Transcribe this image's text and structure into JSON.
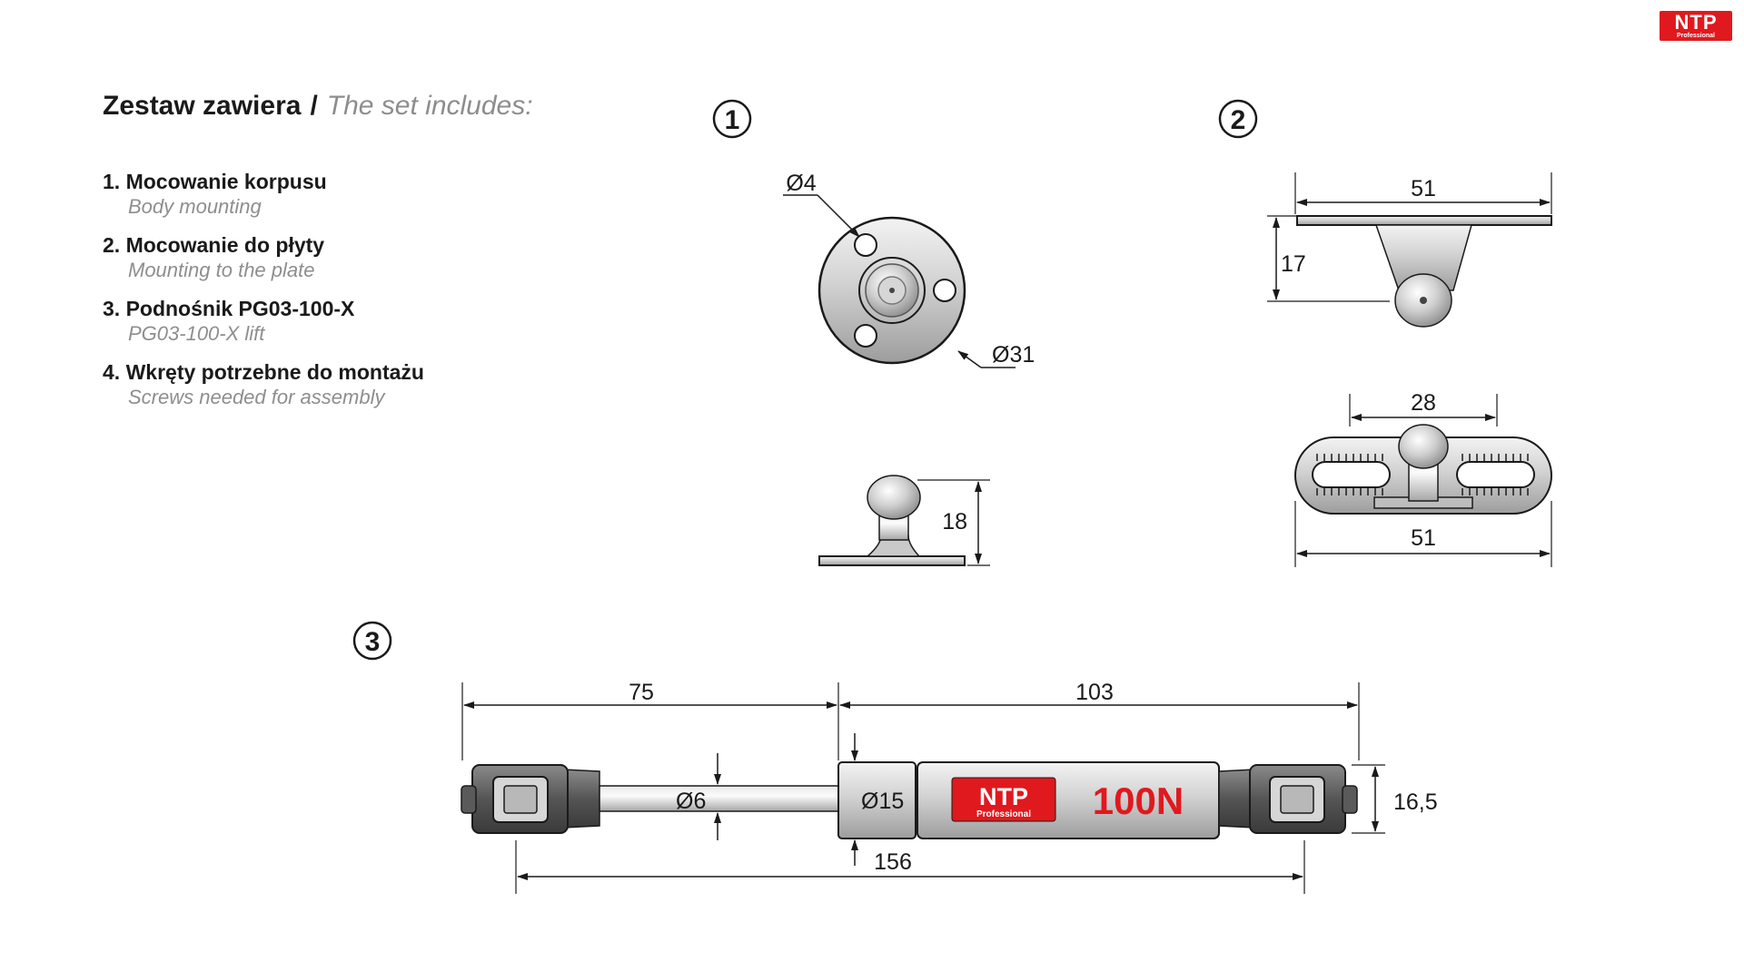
{
  "brand": {
    "name": "NTP",
    "tagline": "Professional",
    "color": "#e0191e"
  },
  "heading": {
    "pl": "Zestaw zawiera",
    "separator": "/",
    "en": "The set includes:"
  },
  "items": [
    {
      "pl": "1. Mocowanie korpusu",
      "en": "Body mounting"
    },
    {
      "pl": "2. Mocowanie do płyty",
      "en": "Mounting to the plate"
    },
    {
      "pl": "3. Podnośnik PG03-100-X",
      "en": "PG03-100-X lift"
    },
    {
      "pl": "4. Wkręty potrzebne do montażu",
      "en": "Screws needed for assembly"
    }
  ],
  "part1": {
    "number": "1",
    "hole_dim": "Ø4",
    "plate_dim": "Ø31",
    "height_dim": "18"
  },
  "part2": {
    "number": "2",
    "top_width": "51",
    "height": "17",
    "slot_spacing": "28",
    "bottom_width": "51"
  },
  "part3": {
    "number": "3",
    "rod_length": "75",
    "body_length": "103",
    "rod_diameter": "Ø6",
    "body_diameter": "Ø15",
    "total_length": "156",
    "end_height": "16,5",
    "force_label": "100N"
  }
}
